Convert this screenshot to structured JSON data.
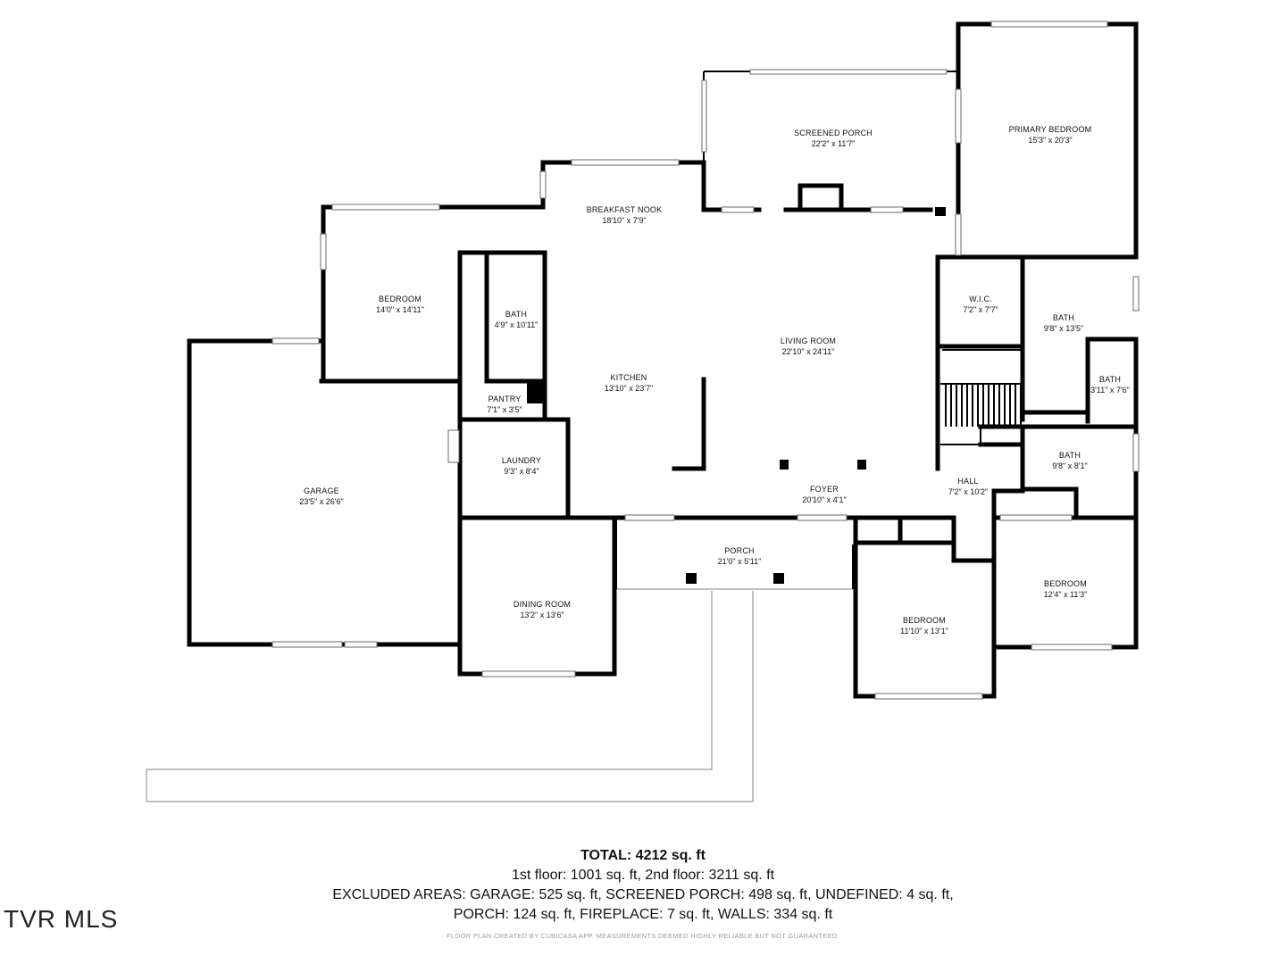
{
  "rooms": {
    "screened_porch": {
      "name": "SCREENED PORCH",
      "dim": "22'2\" x 11'7\""
    },
    "primary_bedroom": {
      "name": "PRIMARY BEDROOM",
      "dim": "15'3\" x 20'3\""
    },
    "breakfast_nook": {
      "name": "BREAKFAST NOOK",
      "dim": "18'10\" x 7'9\""
    },
    "bedroom_left": {
      "name": "BEDROOM",
      "dim": "14'0\" x 14'11\""
    },
    "bath_left": {
      "name": "BATH",
      "dim": "4'9\" x 10'11\""
    },
    "wic": {
      "name": "W.I.C.",
      "dim": "7'2\" x 7'7\""
    },
    "bath_primary": {
      "name": "BATH",
      "dim": "9'8\" x 13'5\""
    },
    "living_room": {
      "name": "LIVING ROOM",
      "dim": "22'10\" x 24'11\""
    },
    "bath_small": {
      "name": "BATH",
      "dim": "3'11\" x 7'6\""
    },
    "kitchen": {
      "name": "KITCHEN",
      "dim": "13'10\" x 23'7\""
    },
    "pantry": {
      "name": "PANTRY",
      "dim": "7'1\" x 3'5\""
    },
    "laundry": {
      "name": "LAUNDRY",
      "dim": "9'3\" x 8'4\""
    },
    "garage": {
      "name": "GARAGE",
      "dim": "23'5\" x 26'6\""
    },
    "bath_hall": {
      "name": "BATH",
      "dim": "9'8\" x 8'1\""
    },
    "hall": {
      "name": "HALL",
      "dim": "7'2\" x 10'2\""
    },
    "foyer": {
      "name": "FOYER",
      "dim": "20'10\" x 4'1\""
    },
    "porch": {
      "name": "PORCH",
      "dim": "21'0\" x 5'11\""
    },
    "bedroom_right": {
      "name": "BEDROOM",
      "dim": "12'4\" x 11'3\""
    },
    "dining_room": {
      "name": "DINING ROOM",
      "dim": "13'2\" x 13'6\""
    },
    "bedroom_center": {
      "name": "BEDROOM",
      "dim": "11'10\" x 13'1\""
    }
  },
  "summary": {
    "total": "TOTAL: 4212 sq. ft",
    "floors": "1st floor: 1001 sq. ft, 2nd floor: 3211 sq. ft",
    "excluded_1": "EXCLUDED AREAS: GARAGE: 525 sq. ft, SCREENED PORCH: 498 sq. ft, UNDEFINED: 4 sq. ft,",
    "excluded_2": "PORCH: 124 sq. ft, FIREPLACE: 7 sq. ft, WALLS: 334 sq. ft"
  },
  "disclaimer": "FLOOR PLAN CREATED BY CUBICASA APP. MEASUREMENTS DEEMED HIGHLY RELIABLE BUT NOT GUARANTEED.",
  "brand": "TVR MLS"
}
